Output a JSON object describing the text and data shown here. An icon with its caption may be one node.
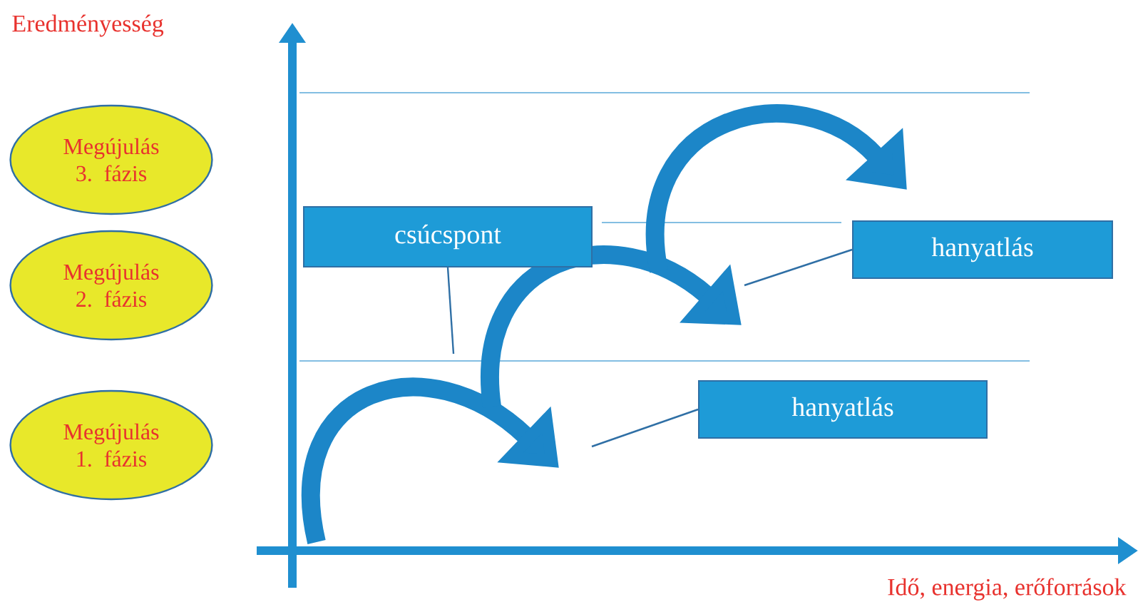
{
  "diagram": {
    "nodes": [
      {
        "text": [
          "Megújulás 3. fázis"
        ]
      },
      {
        "text": [
          "Megújulás 2. fázis"
        ]
      },
      {
        "text": [
          "Megújulás 1. fázis"
        ]
      },
      {
        "text": [
          "csúcspont"
        ]
      },
      {
        "text": [
          "hanyatlás"
        ]
      },
      {
        "text": [
          "hanyatlás"
        ]
      }
    ],
    "edges": [
      {
        "from": 3,
        "to": null,
        "arrow": "none"
      },
      {
        "from": 4,
        "to": null,
        "arrow": "none"
      },
      {
        "from": 5,
        "to": null,
        "arrow": "none"
      }
    ],
    "labels": [
      "Eredményesség",
      "Idő, energia, erőforrások"
    ]
  }
}
